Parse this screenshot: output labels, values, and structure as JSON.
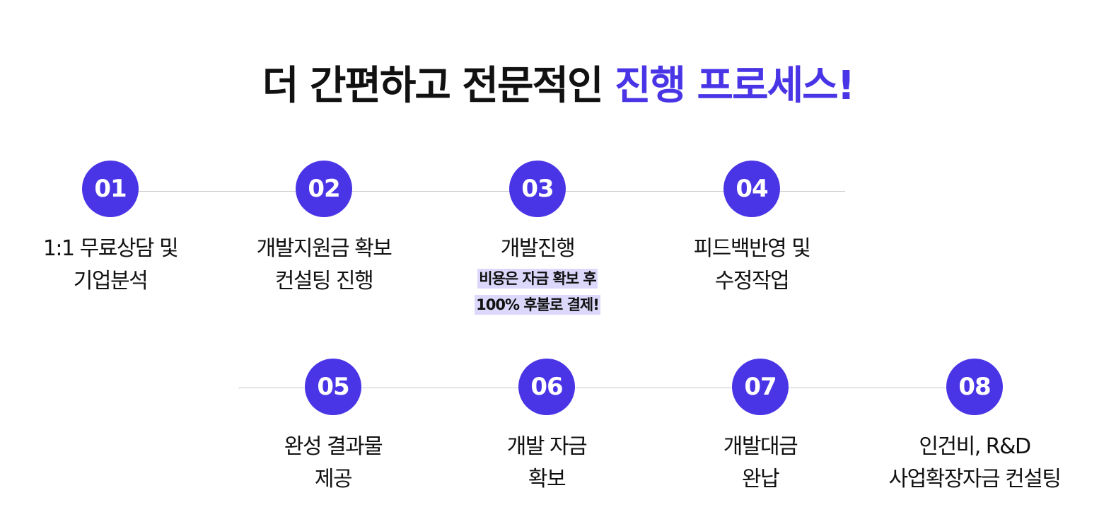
{
  "title": {
    "prefix": "더 간편하고 전문적인 ",
    "highlight": "진행 프로세스!"
  },
  "colors": {
    "accent": "#4a35e6",
    "note_highlight": "#dcd8fb"
  },
  "steps": [
    {
      "number": "01",
      "lines": [
        "1:1 무료상담 및",
        "기업분석"
      ]
    },
    {
      "number": "02",
      "lines": [
        "개발지원금 확보",
        "컨설팅 진행"
      ]
    },
    {
      "number": "03",
      "lines": [
        "개발진행"
      ],
      "note": [
        "비용은 자금 확보 후",
        "100% 후불로 결제!"
      ]
    },
    {
      "number": "04",
      "lines": [
        "피드백반영 및",
        "수정작업"
      ]
    },
    {
      "number": "05",
      "lines": [
        "완성 결과물",
        "제공"
      ]
    },
    {
      "number": "06",
      "lines": [
        "개발 자금",
        "확보"
      ]
    },
    {
      "number": "07",
      "lines": [
        "개발대금",
        "완납"
      ]
    },
    {
      "number": "08",
      "lines": [
        "인건비, R&D",
        "사업확장자금 컨설팅"
      ]
    }
  ]
}
